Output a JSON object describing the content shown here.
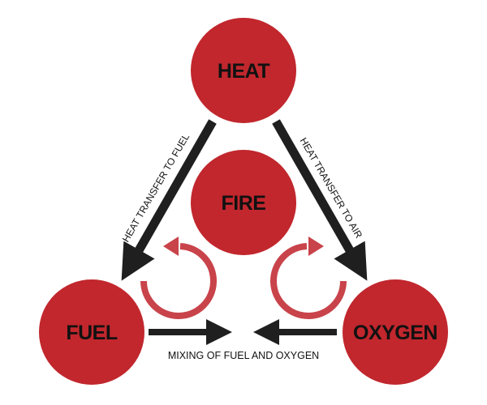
{
  "colors": {
    "node": "#c1272d",
    "cycle": "#c9434a",
    "arrow": "#1f1f1f"
  },
  "nodes": {
    "heat": "HEAT",
    "fire": "FIRE",
    "fuel": "FUEL",
    "oxygen": "OXYGEN"
  },
  "edges": {
    "heat_to_fuel": "HEAT TRANSFER TO FUEL",
    "heat_to_air": "HEAT TRANSFER TO AIR",
    "mixing": "MIXING OF FUEL AND OXYGEN"
  }
}
